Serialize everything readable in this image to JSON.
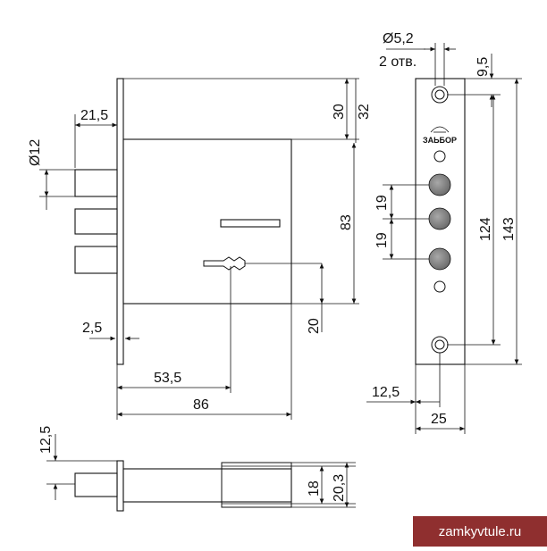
{
  "dimensions": {
    "d21_5": "21,5",
    "d12": "Ø12",
    "d2_5": "2,5",
    "d53_5": "53,5",
    "d86": "86",
    "d30": "30",
    "d32": "32",
    "d83": "83",
    "d20": "20",
    "d5_2": "Ø5,2",
    "holes": "2 отв.",
    "d9_5": "9,5",
    "d19a": "19",
    "d19b": "19",
    "d124": "124",
    "d143": "143",
    "d12_5_front": "12,5",
    "d25": "25",
    "d12_5_side": "12,5",
    "d18": "18",
    "d20_3": "20,3"
  },
  "brand_logo": "ЗАЬБОР",
  "watermark": "zamkyvtule.ru",
  "colors": {
    "line": "#111111",
    "bolt_fill": "#8a8a8a",
    "watermark_bg": "#8f2f2f"
  }
}
